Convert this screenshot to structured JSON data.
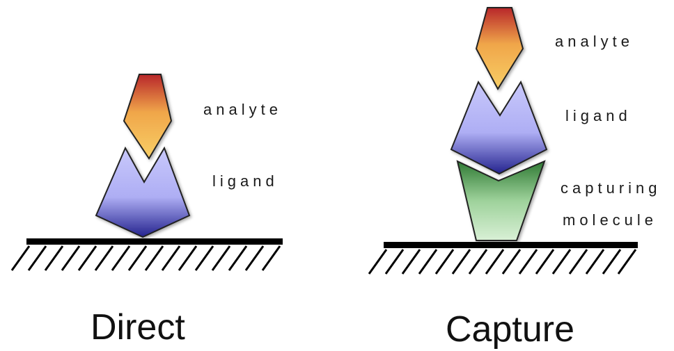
{
  "panels": {
    "direct": {
      "title": "Direct",
      "analyte_label": "analyte",
      "ligand_label": "ligand"
    },
    "capture": {
      "title": "Capture",
      "analyte_label": "analyte",
      "ligand_label": "ligand",
      "capturing_label_line1": "capturing",
      "capturing_label_line2": "molecule"
    }
  },
  "colors": {
    "analyte_top": "#b8262a",
    "analyte_mid": "#f0a64a",
    "analyte_bottom": "#f8cf66",
    "ligand_top": "#c8c8fb",
    "ligand_mid": "#aeaef4",
    "ligand_bottom": "#24238e",
    "capture_top": "#2f7a34",
    "capture_mid": "#9ed29b",
    "capture_bottom": "#d9f0d6",
    "surface": "#000000"
  }
}
